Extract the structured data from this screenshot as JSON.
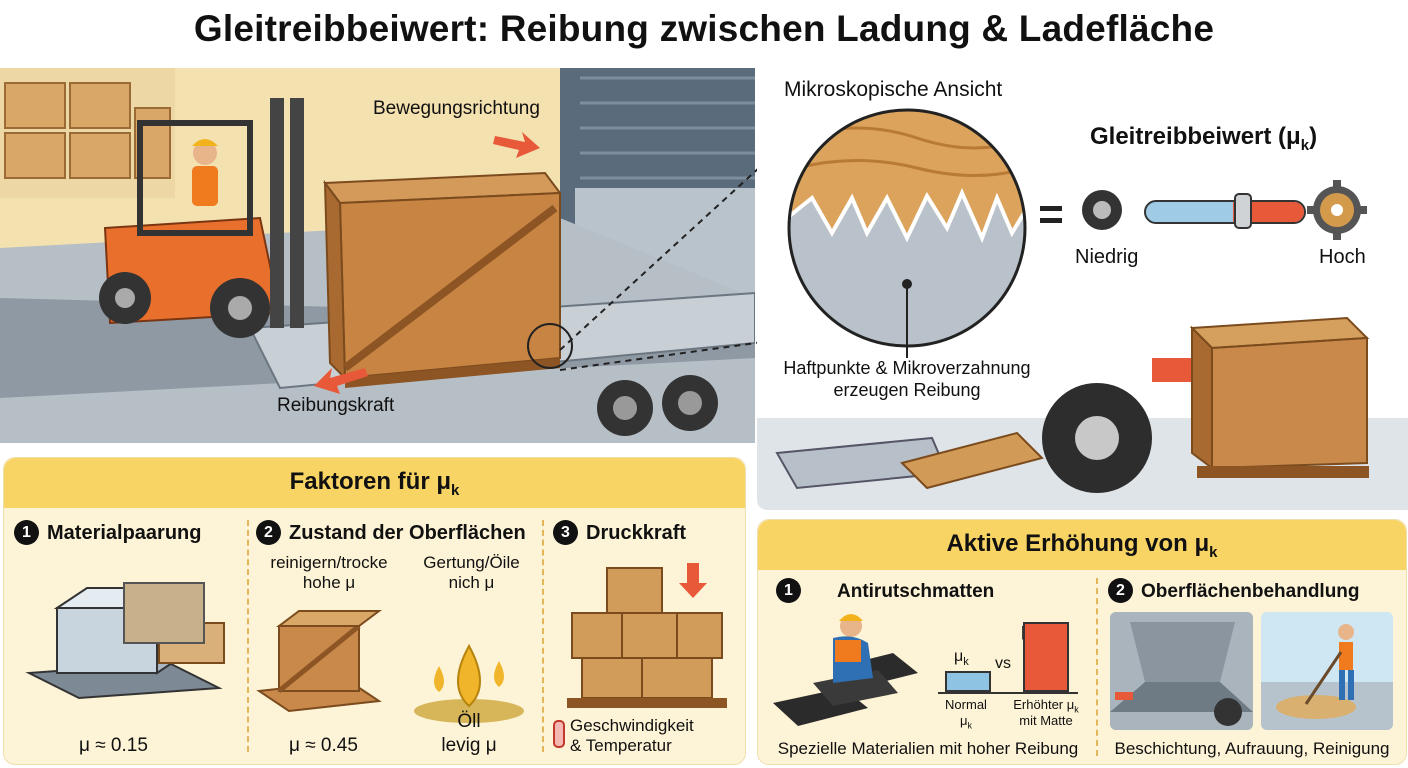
{
  "title": "Gleitreibbeiwert: Reibung zwischen Ladung & Ladefläche",
  "scene": {
    "motion_label": "Bewegungsrichtung",
    "friction_label": "Reibungskraft"
  },
  "micro": {
    "heading": "Mikroskopische Ansicht",
    "caption_line1": "Haftpunkte & Mikroverzahnung",
    "caption_line2": "erzeugen Reibung"
  },
  "coefficient": {
    "heading": "Gleitreibbeiwert (μ",
    "heading_sub": "k",
    "heading_close": ")",
    "low_label": "Niedrig",
    "high_label": "Hoch",
    "slider_level": 0.6
  },
  "factors": {
    "heading": "Faktoren für μ",
    "heading_sub": "k",
    "items": [
      {
        "num": "1",
        "title": "Materialpaarung",
        "value": "μ ≈ 0.15"
      },
      {
        "num": "2",
        "title": "Zustand der Oberflächen",
        "left_line1": "reinigern/trocke",
        "left_line2": "hohe μ",
        "right_line1": "Gertung/Öile",
        "right_line2": "nich μ",
        "value": "μ ≈ 0.45",
        "oil_line1": "Öll",
        "oil_line2": "levig μ"
      },
      {
        "num": "3",
        "title": "Druckkraft",
        "note_line1": "Geschwindigkeit",
        "note_line2": "& Temperatur"
      }
    ]
  },
  "active": {
    "heading": "Aktive Erhöhung von μ",
    "heading_sub": "k",
    "items": [
      {
        "num": "1",
        "title": "Antirutschmatten",
        "caption": "Spezielle Materialien mit hoher Reibung",
        "bar_label_mu": "μ",
        "bar_label_sub": "k",
        "vs": "vs",
        "normal_line1": "Normal",
        "normal_line2": "μ",
        "normal_sub": "k",
        "raised_line1": "Erhöhter μ",
        "raised_sub": "k",
        "raised_line2": "mit Matte",
        "normal_value": 0.3,
        "raised_value": 1.0
      },
      {
        "num": "2",
        "title": "Oberflächenbehandlung",
        "caption": "Beschichtung, Aufrauung, Reinigung"
      }
    ]
  },
  "colors": {
    "accent_orange": "#e8593a",
    "panel_yellow": "#fdf3d6",
    "header_yellow": "#f8d465",
    "slider_blue": "#9fcbe6",
    "bar_blue": "#8ec3e3",
    "bar_red": "#e8593a"
  }
}
